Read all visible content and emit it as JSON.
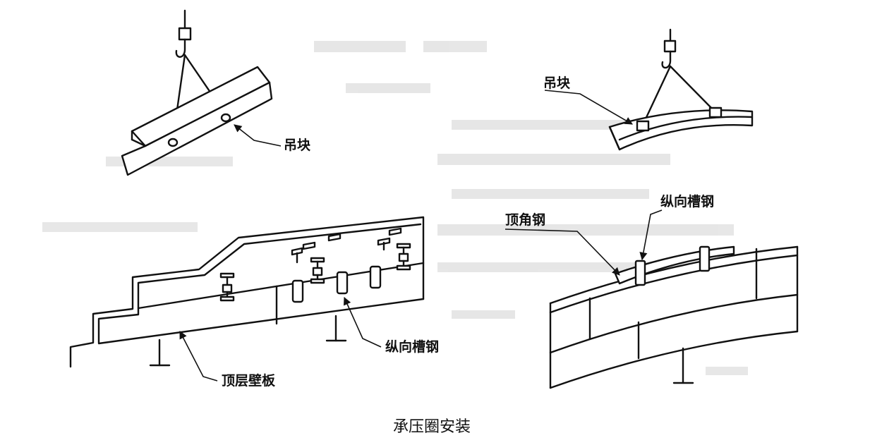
{
  "labels": {
    "lifting_block_a": "吊块",
    "lifting_block_b": "吊块",
    "longitudinal_channel_a": "纵向槽钢",
    "longitudinal_channel_b": "纵向槽钢",
    "top_shell_plate": "顶层壁板",
    "top_angle_steel": "顶角钢"
  },
  "caption": "承压圈安装"
}
